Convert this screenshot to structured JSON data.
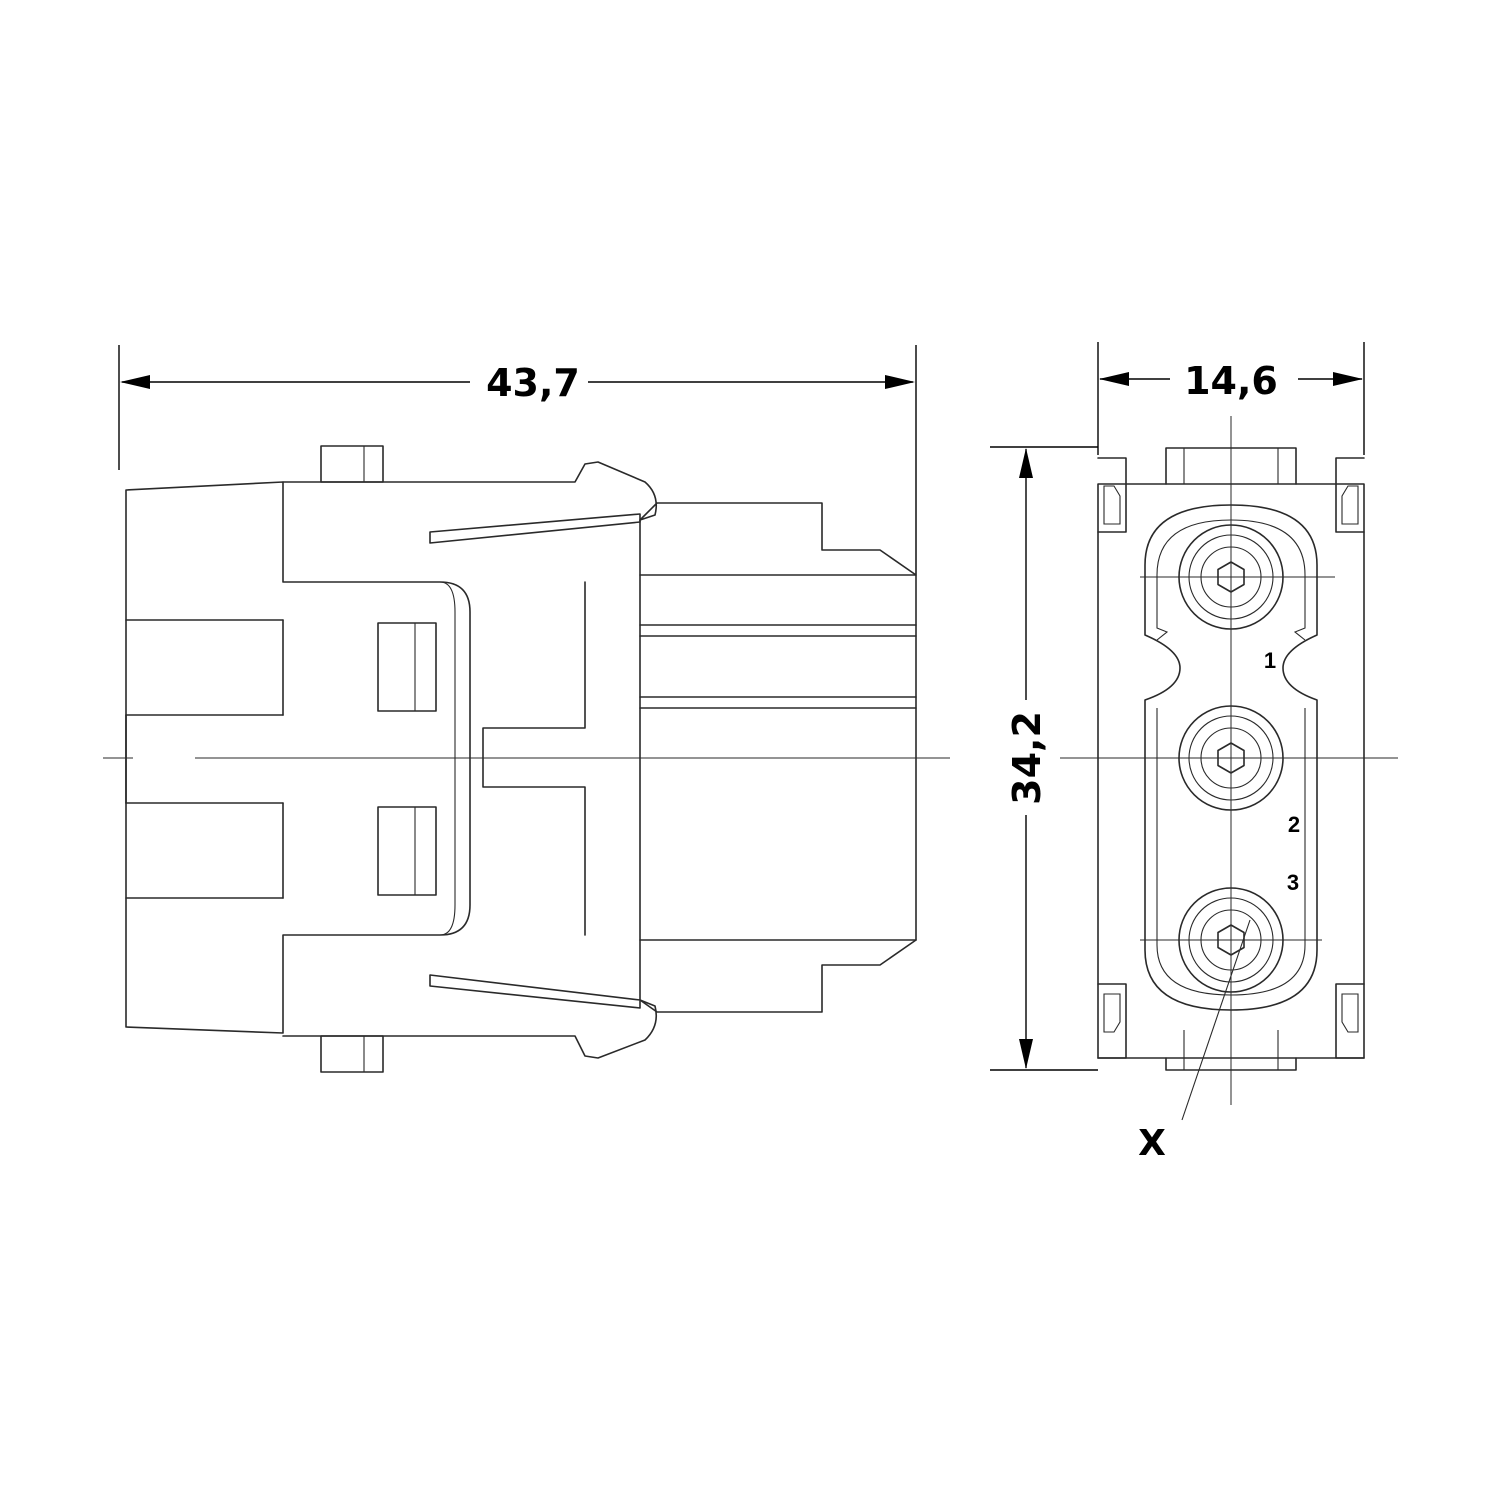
{
  "dimensions": {
    "length": "43,7",
    "width": "14,6",
    "height": "34,2"
  },
  "pins": {
    "p1": "1",
    "p2": "2",
    "p3": "3"
  },
  "callout": {
    "label": "X"
  }
}
